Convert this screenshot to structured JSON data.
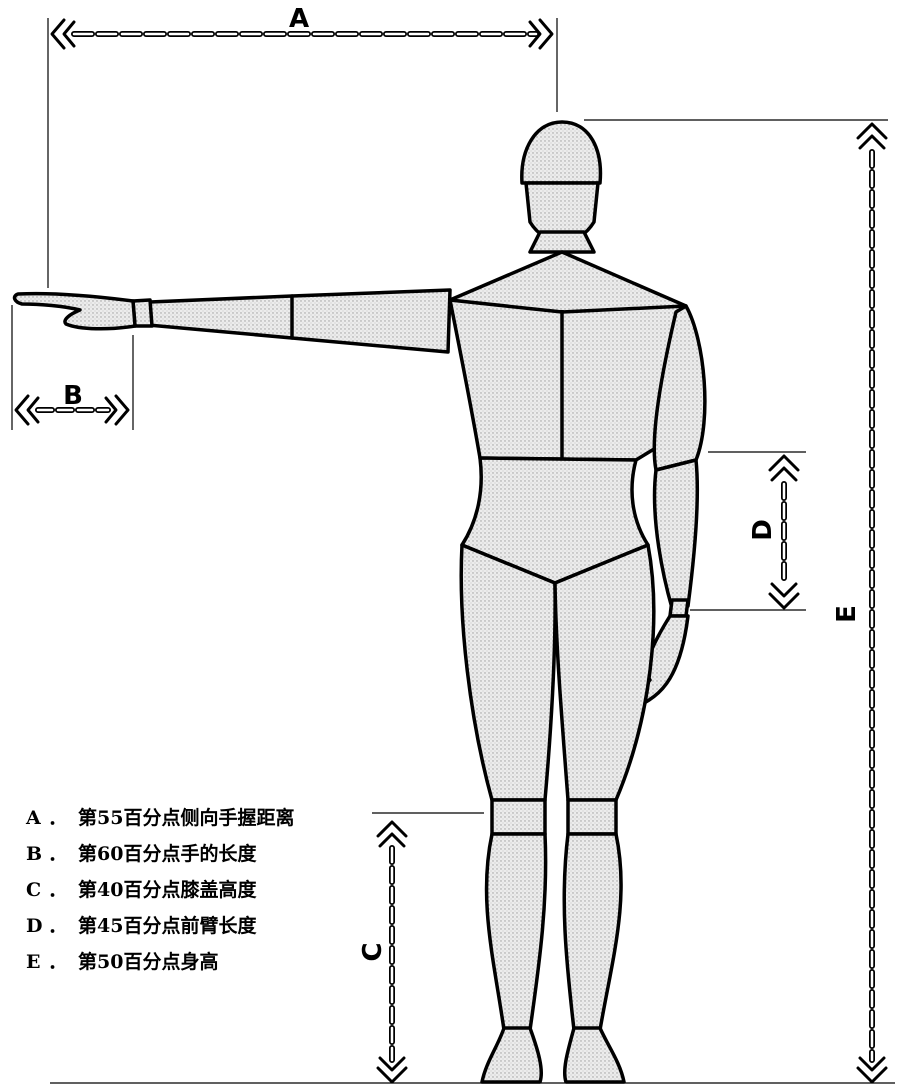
{
  "dimensions": [
    {
      "key": "A",
      "text": "第55百分点侧向手握距离"
    },
    {
      "key": "B",
      "text": "第60百分点手的长度"
    },
    {
      "key": "C",
      "text": "第40百分点膝盖高度"
    },
    {
      "key": "D",
      "text": "第45百分点前臂长度"
    },
    {
      "key": "E",
      "text": "第50百分点身高"
    }
  ],
  "legend_separator": "．",
  "colors": {
    "ink": "#000000",
    "body_fill": "#d9d9d9",
    "background": "#ffffff"
  }
}
